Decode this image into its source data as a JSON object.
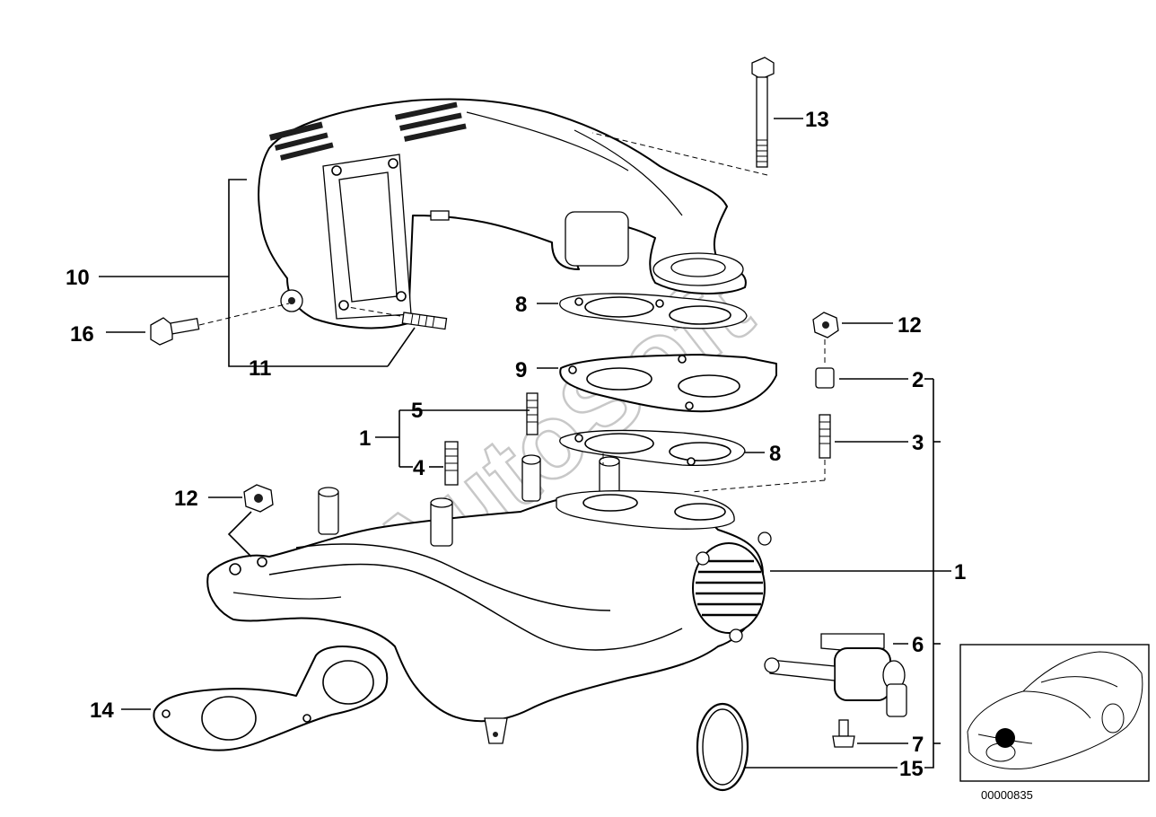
{
  "callouts": {
    "c1_top": "1",
    "c1_right": "1",
    "c2": "2",
    "c3": "3",
    "c4": "4",
    "c5": "5",
    "c6": "6",
    "c7": "7",
    "c8_top": "8",
    "c8_mid": "8",
    "c9": "9",
    "c10": "10",
    "c11": "11",
    "c12_right": "12",
    "c12_left": "12",
    "c13": "13",
    "c14": "14",
    "c15": "15",
    "c16": "16"
  },
  "watermark": "AutoSoft",
  "inset": {
    "reference_number": "00000835"
  }
}
